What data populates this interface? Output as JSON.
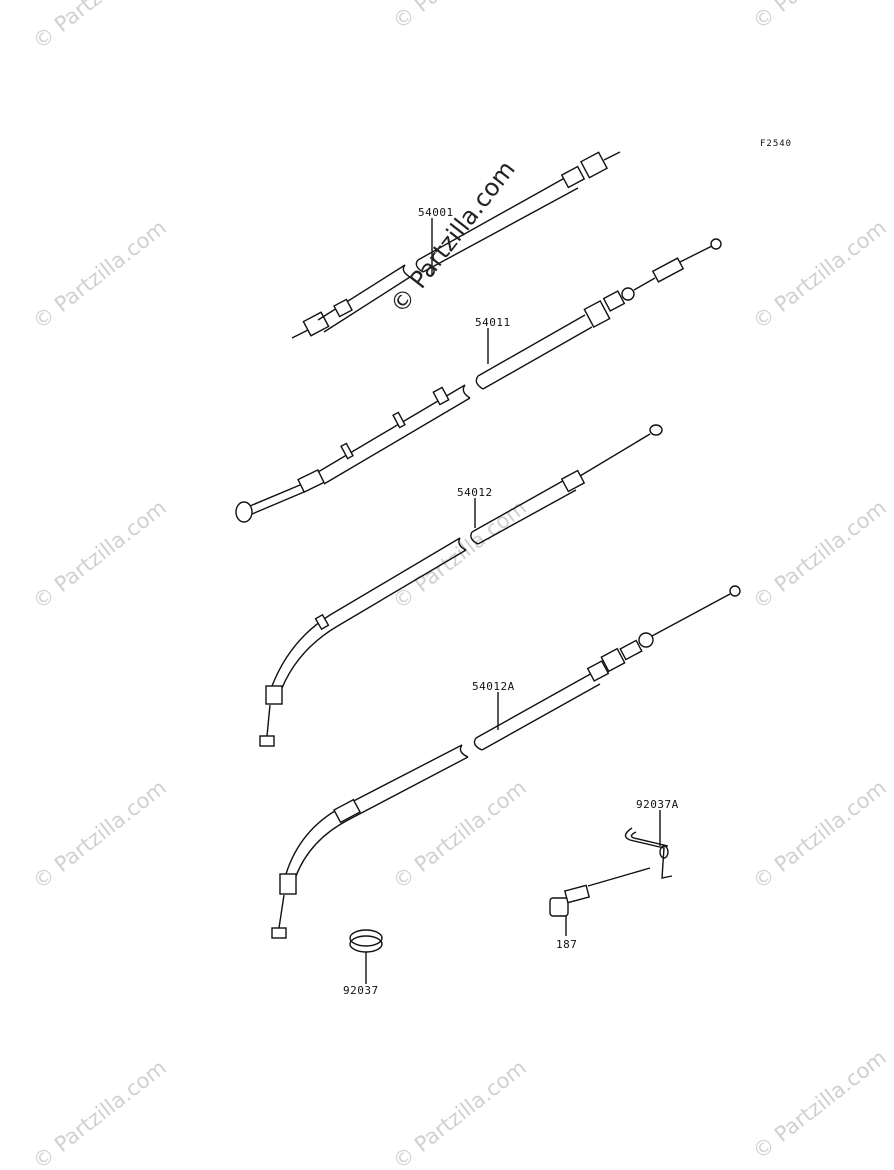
{
  "diagram_code": "F2540",
  "watermarks": {
    "repeat_text": "© Partzilla.com",
    "center_text": "© Partzilla.com"
  },
  "parts": [
    {
      "id": "p1",
      "number": "54001"
    },
    {
      "id": "p2",
      "number": "54011"
    },
    {
      "id": "p3",
      "number": "54012"
    },
    {
      "id": "p4",
      "number": "54012A"
    },
    {
      "id": "p5",
      "number": "92037A"
    },
    {
      "id": "p6",
      "number": "187"
    },
    {
      "id": "p7",
      "number": "92037"
    }
  ]
}
